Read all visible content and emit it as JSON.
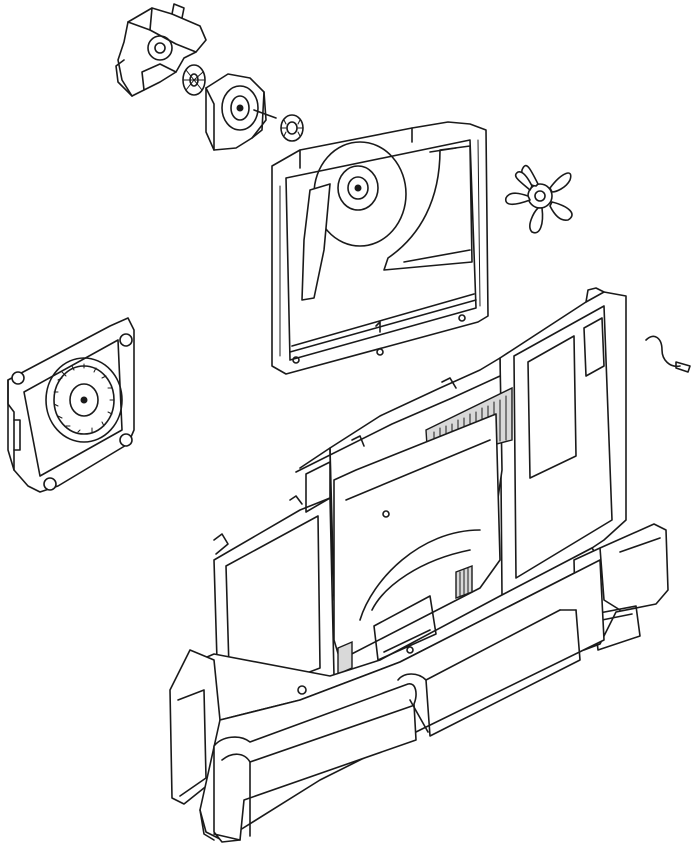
{
  "diagram": {
    "type": "exploded-parts-view",
    "line_color": "#1a1a1a",
    "background": "#ffffff",
    "parts": [
      "motor-bracket",
      "fan-blade-small",
      "fan-motor",
      "motor-grommet",
      "fan-shroud-panel",
      "evaporator-fan-blade",
      "wire-harness",
      "blower-fan-assembly",
      "evaporator-cover-panel",
      "air-duct",
      "lower-grille-cover"
    ]
  }
}
